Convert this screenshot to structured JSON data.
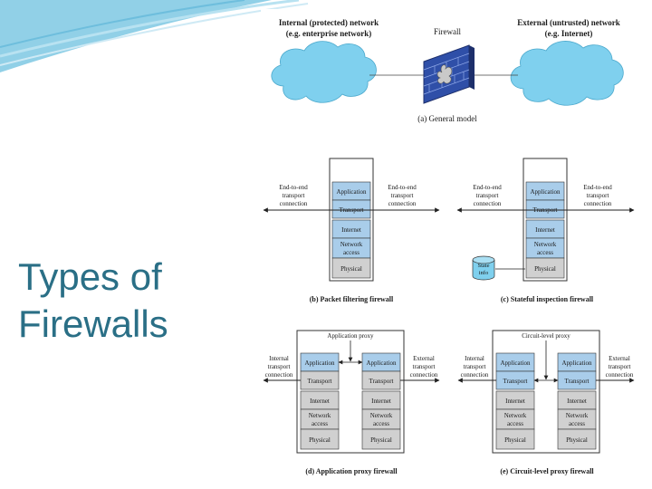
{
  "slide": {
    "title_line1": "Types of",
    "title_line2": "Firewalls"
  },
  "colors": {
    "title": "#2a6f86",
    "cloud": "#7fd0ee",
    "blue_layer": "#a9cdea",
    "gray_layer": "#d0d0d0",
    "swoosh": "#7ec8e3"
  },
  "figure": {
    "general": {
      "internal_line1": "Internal (protected) network",
      "internal_line2": "(e.g. enterprise network)",
      "firewall": "Firewall",
      "external_line1": "External (untrusted) network",
      "external_line2": "(e.g. Internet)",
      "caption": "(a) General model"
    },
    "layers": {
      "application": "Application",
      "transport": "Transport",
      "internet": "Internet",
      "network1": "Network",
      "network2": "access",
      "physical": "Physical"
    },
    "packet": {
      "left1": "End-to-end",
      "left2": "transport",
      "left3": "connection",
      "right1": "End-to-end",
      "right2": "transport",
      "right3": "connection",
      "caption": "(b) Packet filtering firewall"
    },
    "stateful": {
      "left1": "End-to-end",
      "left2": "transport",
      "left3": "connection",
      "right1": "End-to-end",
      "right2": "transport",
      "right3": "connection",
      "state1": "State",
      "state2": "info",
      "caption": "(c) Stateful inspection firewall"
    },
    "appproxy": {
      "label": "Application proxy",
      "left1": "Internal",
      "left2": "transport",
      "left3": "connection",
      "right1": "External",
      "right2": "transport",
      "right3": "connection",
      "caption": "(d) Application proxy firewall"
    },
    "circuit": {
      "label": "Circuit-level proxy",
      "left1": "Internal",
      "left2": "transport",
      "left3": "connection",
      "right1": "External",
      "right2": "transport",
      "right3": "connection",
      "caption": "(e) Circuit-level proxy firewall"
    }
  }
}
